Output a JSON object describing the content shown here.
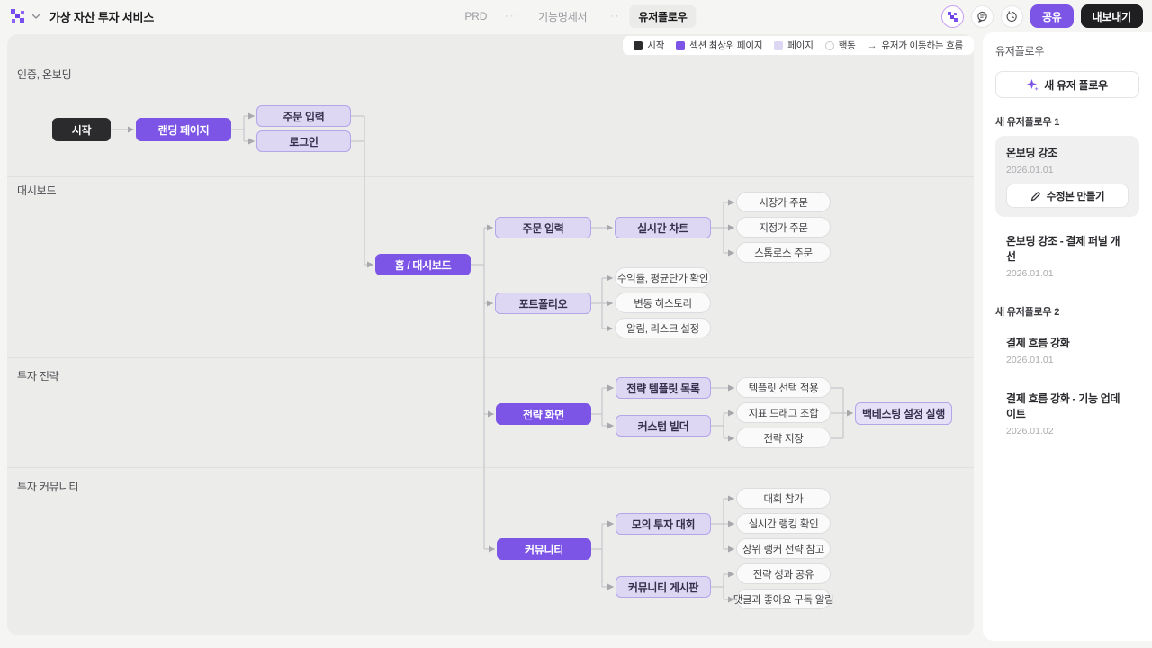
{
  "topbar": {
    "title": "가상 자산 투자 서비스",
    "tab_separator": "···",
    "tabs": [
      {
        "label": "PRD"
      },
      {
        "label": "기능명세서"
      },
      {
        "label": "유저플로우"
      }
    ],
    "share_label": "공유",
    "export_label": "내보내기"
  },
  "legend": {
    "items": [
      {
        "label": "시작",
        "swatch": "black-square"
      },
      {
        "label": "섹션 최상위 페이지",
        "swatch": "purple-square"
      },
      {
        "label": "페이지",
        "swatch": "light-purple-square"
      },
      {
        "label": "행동",
        "swatch": "white-circle"
      }
    ],
    "flow_arrow": "→",
    "flow_label": "유저가 이동하는 흐름"
  },
  "flow": {
    "sections": [
      "인증, 온보딩",
      "대시보드",
      "투자 전략",
      "투자 커뮤니티"
    ],
    "nodes": [
      "시작",
      "랜딩 페이지",
      "주문 입력",
      "로그인",
      "홈 / 대시보드",
      "주문 입력",
      "실시간 차트",
      "시장가 주문",
      "지정가 주문",
      "스톱로스 주문",
      "포트폴리오",
      "수익률, 평균단가 확인",
      "변동 히스토리",
      "알림, 리스크 설정",
      "전략 화면",
      "전략 템플릿 목록",
      "커스텀 빌더",
      "템플릿 선택 적용",
      "지표 드래그 조합",
      "전략 저장",
      "백테스팅 설정 실행",
      "커뮤니티",
      "모의 투자 대회",
      "대회 참가",
      "실시간 랭킹 확인",
      "상위 랭커 전략 참고",
      "커뮤니티 게시판",
      "전략 성과 공유",
      "댓글과 좋아요 구독 알림"
    ]
  },
  "sidebar": {
    "title": "유저플로우",
    "new_flow_button": "새 유저 플로우",
    "groups": [
      {
        "label": "새 유저플로우 1",
        "items": [
          {
            "title": "온보딩 강조",
            "date": "2026.01.01",
            "action_label": "수정본 만들기"
          },
          {
            "title": "온보딩 강조 - 결제 퍼널 개선",
            "date": "2026.01.01"
          }
        ]
      },
      {
        "label": "새 유저플로우 2",
        "items": [
          {
            "title": "결제 흐름 강화",
            "date": "2026.01.01"
          },
          {
            "title": "결제 흐름 강화 - 기능 업데이트",
            "date": "2026.01.02"
          }
        ]
      }
    ]
  },
  "colors": {
    "accent": "#7c55e6",
    "start_node": "#2b2b2d",
    "page_node_bg": "#ded7f3",
    "page_node_border": "#b4a5e8",
    "action_node_bg": "#fafafa",
    "canvas_bg": "#ececeb"
  }
}
